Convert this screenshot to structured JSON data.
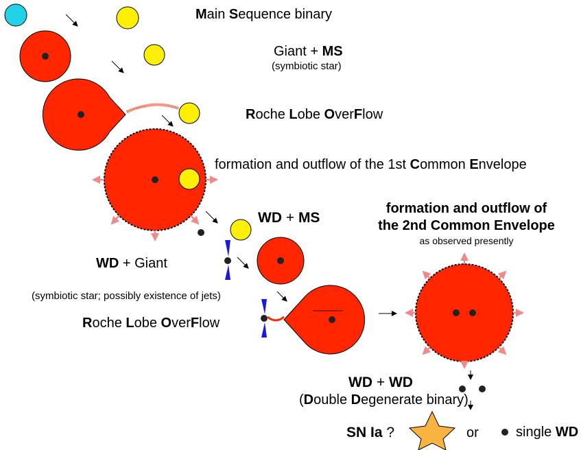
{
  "colors": {
    "giant": "#ff2600",
    "main_sequence": "#ffef00",
    "hot_star": "#22d3e8",
    "outflow_arrow": "#f08a8a",
    "jet": "#1a1ad8",
    "white_dwarf": "#222222"
  },
  "stages": {
    "ms_binary": {
      "title_parts": [
        "M",
        "ain ",
        "S",
        "equence binary"
      ]
    },
    "giant_ms": {
      "title_parts": [
        "Giant + ",
        "MS"
      ],
      "note": "(symbiotic star)"
    },
    "rlof1": {
      "title_parts": [
        "R",
        "oche ",
        "L",
        "obe ",
        "O",
        "ver",
        "F",
        "low"
      ]
    },
    "ce1": {
      "title_parts": [
        "formation and  outflow of the 1st ",
        "C",
        "ommon ",
        "E",
        "nvelope"
      ]
    },
    "wd_ms": {
      "title_parts": [
        "WD",
        " + ",
        "MS"
      ]
    },
    "wd_giant": {
      "title_parts": [
        "WD",
        " + Giant"
      ],
      "note": "(symbiotic star;  possibly existence of jets)"
    },
    "rlof2": {
      "title_parts": [
        "R",
        "oche ",
        "L",
        "obe ",
        "O",
        "ver",
        "F",
        "low"
      ]
    },
    "ce2": {
      "title_line1": "formation and  outflow of",
      "title_line2": "the 2nd Common Envelope",
      "note": "as observed presently"
    },
    "wd_wd": {
      "title_parts": [
        "WD",
        " + ",
        "WD"
      ],
      "sub_parts": [
        "(",
        "D",
        "ouble ",
        "D",
        "egenerate binary)"
      ]
    },
    "outcome": {
      "sn_label": "SN Ia",
      "sn_q": " ?",
      "or": "or",
      "single_parts": [
        "single ",
        "WD"
      ]
    }
  },
  "icons": [
    "arrow-icon",
    "star-icon",
    "jet-icon",
    "white-dwarf-icon"
  ]
}
